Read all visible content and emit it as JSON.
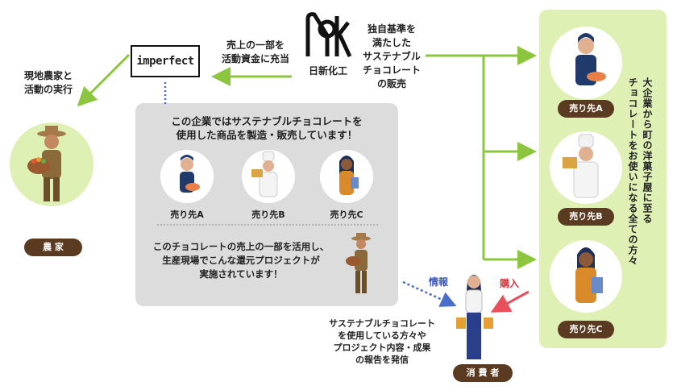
{
  "nissin": {
    "logo_label": "日新化工",
    "description": [
      "独自基準を",
      "満たした",
      "サステナブル",
      "チョコレート",
      "の販売"
    ]
  },
  "imperfect": {
    "logo": "imperfect",
    "funding_label": [
      "売上の一部を",
      "活動資金に充当"
    ]
  },
  "farmer": {
    "activity_label": [
      "現地農家と",
      "活動の実行"
    ],
    "badge": "農 家"
  },
  "panel": {
    "heading": [
      "この企業ではサステナブルチョコレートを",
      "使用した商品を製造・販売しています！"
    ],
    "customers": [
      "売り先A",
      "売り先B",
      "売り先C"
    ],
    "project_text": [
      "このチョコレートの売上の一部を活用し、",
      "生産現場でこんな還元プロジェクトが",
      "実施されています！"
    ]
  },
  "buyers": {
    "badges": [
      "売り先A",
      "売り先B",
      "売り先C"
    ],
    "side_label": [
      "大企業から町の洋菓子屋に至る",
      "チョコレートをお使いになる全ての方々"
    ]
  },
  "consumer": {
    "info_label": "情報",
    "purchase_label": "購入",
    "description": [
      "サステナブルチョコレート",
      "を使用している方々や",
      "プロジェクト内容・成果",
      "の報告を発信"
    ],
    "badge": "消 費 者"
  },
  "colors": {
    "green_arrow": "#8cc63f",
    "pale_green": "#dff0b4",
    "brown_badge": "#5b3a22",
    "blue_dotted": "#4a6fc9",
    "red_arrow": "#e8505b",
    "info_text": "#3a55b4",
    "purchase_text": "#d9363e"
  },
  "icons": [
    "nk-logo-icon",
    "imperfect-logo",
    "farmer-illustration",
    "baker-woman-illustration",
    "chef-illustration",
    "clipboard-woman-illustration",
    "consumer-woman-illustration"
  ]
}
